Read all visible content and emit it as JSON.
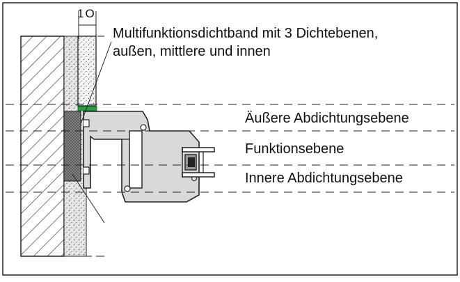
{
  "dimension_label": "1O",
  "callout": {
    "line1": "Multifunktionsdichtband mit 3 Dichtebenen,",
    "line2": "außen, mittlere und innen"
  },
  "planes": {
    "outer": "Äußere Abdichtungsebene",
    "function": "Funktionsebene",
    "inner": "Innere Abdichtungsebene"
  },
  "colors": {
    "seal_band": "#1fa33a",
    "frame_profile": "#d9d9d9",
    "outline": "#222222"
  }
}
